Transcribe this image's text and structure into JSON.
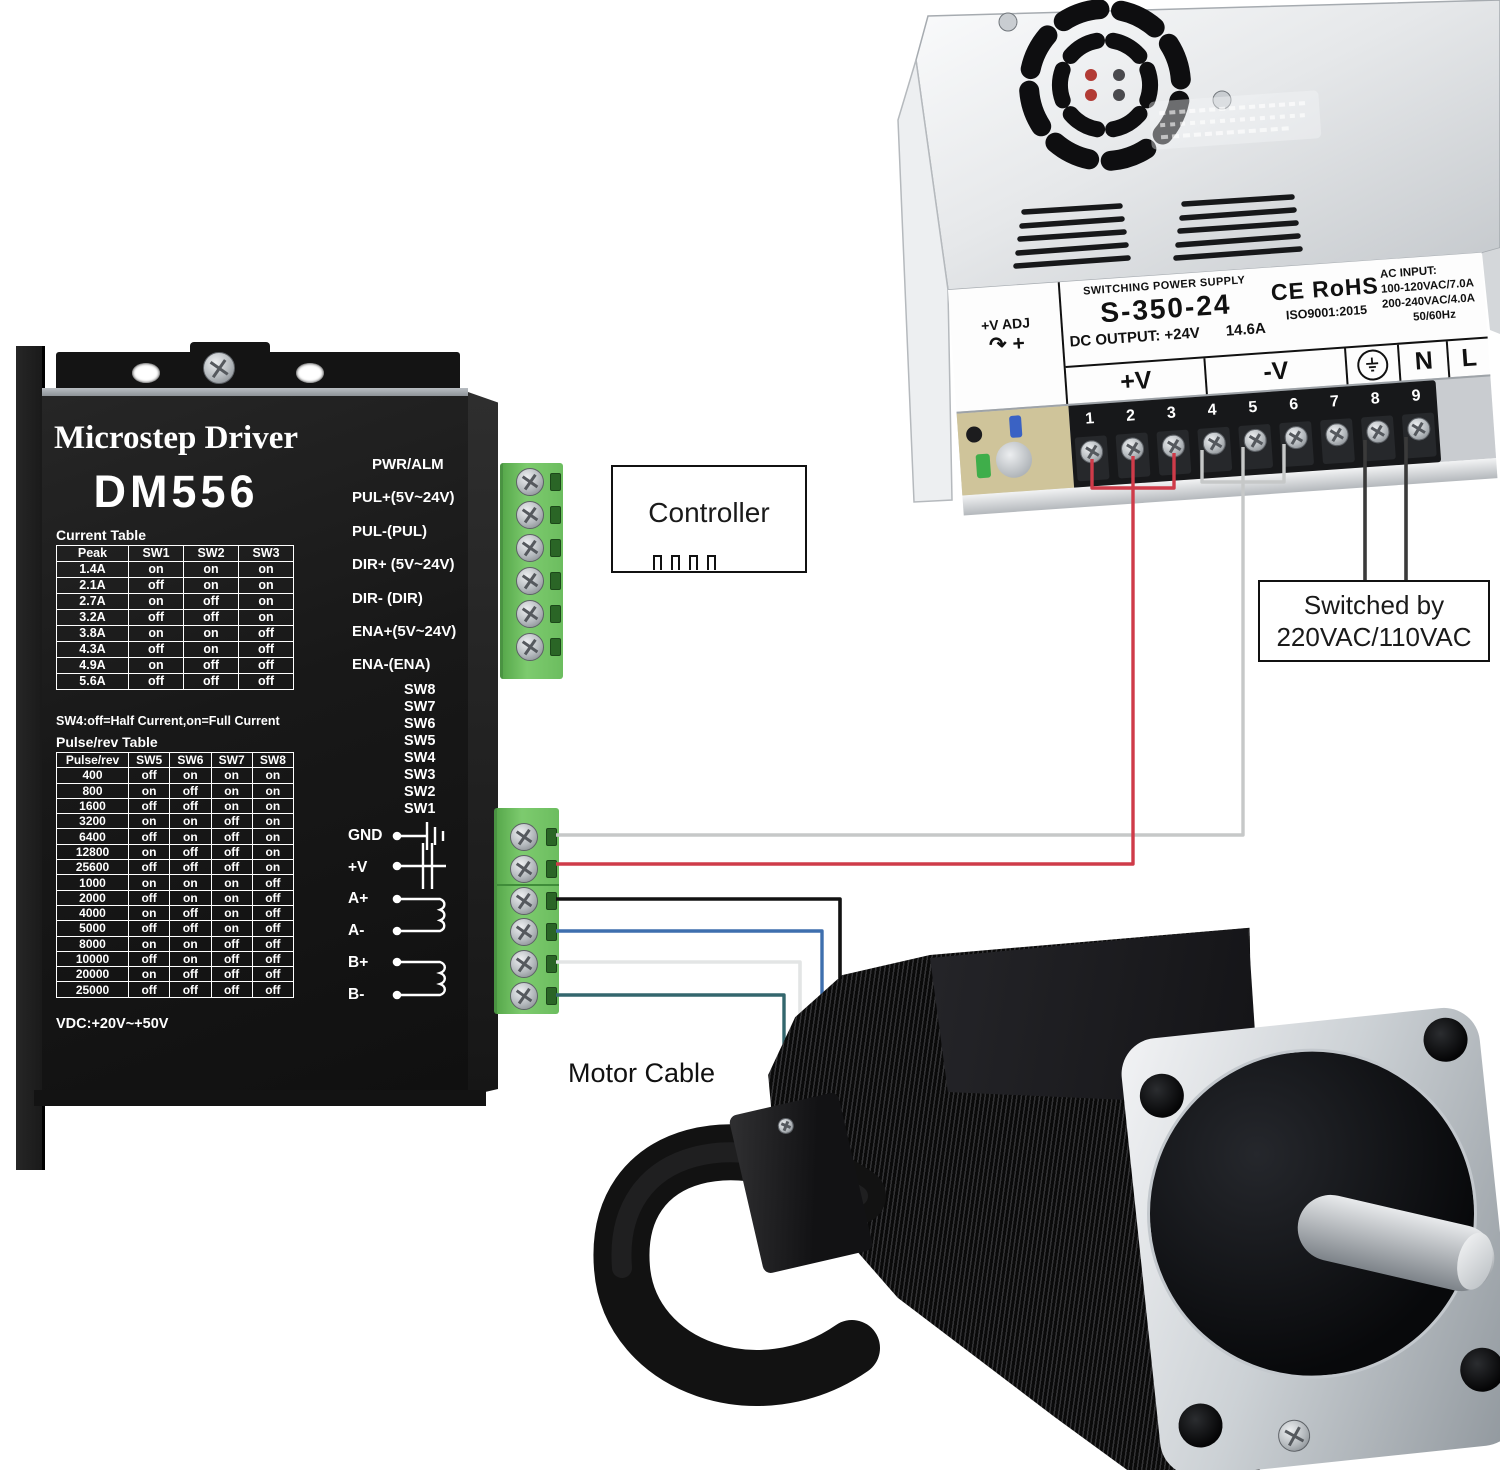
{
  "driver": {
    "title": "Microstep Driver",
    "model": "DM556",
    "current_table": {
      "title": "Current Table",
      "headers": [
        "Peak",
        "SW1",
        "SW2",
        "SW3"
      ],
      "rows": [
        [
          "1.4A",
          "on",
          "on",
          "on"
        ],
        [
          "2.1A",
          "off",
          "on",
          "on"
        ],
        [
          "2.7A",
          "on",
          "off",
          "on"
        ],
        [
          "3.2A",
          "off",
          "off",
          "on"
        ],
        [
          "3.8A",
          "on",
          "on",
          "off"
        ],
        [
          "4.3A",
          "off",
          "on",
          "off"
        ],
        [
          "4.9A",
          "on",
          "off",
          "off"
        ],
        [
          "5.6A",
          "off",
          "off",
          "off"
        ]
      ]
    },
    "sw4_note": "SW4:off=Half Current,on=Full Current",
    "pulse_table": {
      "title": "Pulse/rev Table",
      "headers": [
        "Pulse/rev",
        "SW5",
        "SW6",
        "SW7",
        "SW8"
      ],
      "rows": [
        [
          "400",
          "off",
          "on",
          "on",
          "on"
        ],
        [
          "800",
          "on",
          "off",
          "on",
          "on"
        ],
        [
          "1600",
          "off",
          "off",
          "on",
          "on"
        ],
        [
          "3200",
          "on",
          "on",
          "off",
          "on"
        ],
        [
          "6400",
          "off",
          "on",
          "off",
          "on"
        ],
        [
          "12800",
          "on",
          "off",
          "off",
          "on"
        ],
        [
          "25600",
          "off",
          "off",
          "off",
          "on"
        ],
        [
          "1000",
          "on",
          "on",
          "on",
          "off"
        ],
        [
          "2000",
          "off",
          "on",
          "on",
          "off"
        ],
        [
          "4000",
          "on",
          "off",
          "on",
          "off"
        ],
        [
          "5000",
          "off",
          "off",
          "on",
          "off"
        ],
        [
          "8000",
          "on",
          "on",
          "off",
          "off"
        ],
        [
          "10000",
          "off",
          "on",
          "off",
          "off"
        ],
        [
          "20000",
          "on",
          "off",
          "off",
          "off"
        ],
        [
          "25000",
          "off",
          "off",
          "off",
          "off"
        ]
      ]
    },
    "vdc_note": "VDC:+20V~+50V",
    "signal_labels": [
      "PWR/ALM",
      "PUL+(5V~24V)",
      "PUL-(PUL)",
      "DIR+ (5V~24V)",
      "DIR- (DIR)",
      "ENA+(5V~24V)",
      "ENA-(ENA)"
    ],
    "dip_labels": [
      "SW8",
      "SW7",
      "SW6",
      "SW5",
      "SW4",
      "SW3",
      "SW2",
      "SW1"
    ],
    "terminal_labels": [
      "GND",
      "+V",
      "A+",
      "A-",
      "B+",
      "B-"
    ]
  },
  "psu": {
    "adj_label": "+V ADJ",
    "adj_arrow": "↷ +",
    "name": "SWITCHING POWER SUPPLY",
    "model": "S-350-24",
    "dc_output": "DC OUTPUT:  +24V",
    "dc_current": "14.6A",
    "ce_mark": "CE RoHS",
    "iso": "ISO9001:2015",
    "ac_input_title": "AC INPUT:",
    "ac_input_lines": [
      "100-120VAC/7.0A",
      "200-240VAC/4.0A",
      "50/60Hz"
    ],
    "terminals": [
      "+V",
      "-V",
      "N",
      "L"
    ],
    "earth_icon": "earth-ground-icon",
    "screw_numbers": [
      "1",
      "2",
      "3",
      "4",
      "5",
      "6",
      "7",
      "8",
      "9"
    ]
  },
  "controller": {
    "label": "Controller"
  },
  "switch_note": {
    "line1": "Switched by",
    "line2": "220VAC/110VAC"
  },
  "motor_cable_label": "Motor Cable",
  "colors": {
    "wire_red": "#cf3b49",
    "wire_gray": "#c6c8c8",
    "wire_black": "#121212",
    "wire_blue": "#3e6fae",
    "wire_white": "#e3e5e5",
    "wire_teal": "#33666d",
    "wire_dark": "#3a3a3a",
    "symbol_white": "#ffffff"
  }
}
